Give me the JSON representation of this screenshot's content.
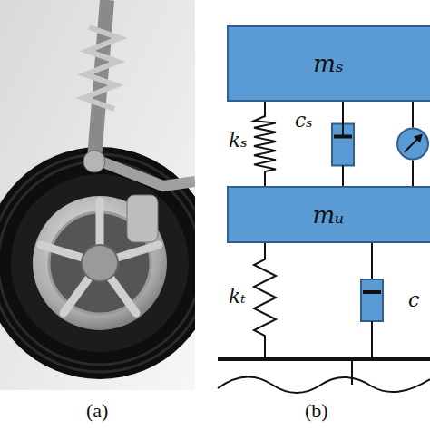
{
  "diagram": {
    "nodes": [
      {
        "text": [
          "mₛ"
        ]
      },
      {
        "text": [
          "mᵤ"
        ]
      }
    ],
    "edges": [
      {
        "from": 0,
        "to": 1,
        "arrow": "none",
        "label": "kₛ"
      },
      {
        "from": 0,
        "to": 1,
        "arrow": "none",
        "label": "cₛ"
      },
      {
        "from": 0,
        "to": 1,
        "arrow": "none"
      }
    ],
    "labels": [
      "kₜ",
      "c",
      "(a)",
      "(b)"
    ]
  }
}
